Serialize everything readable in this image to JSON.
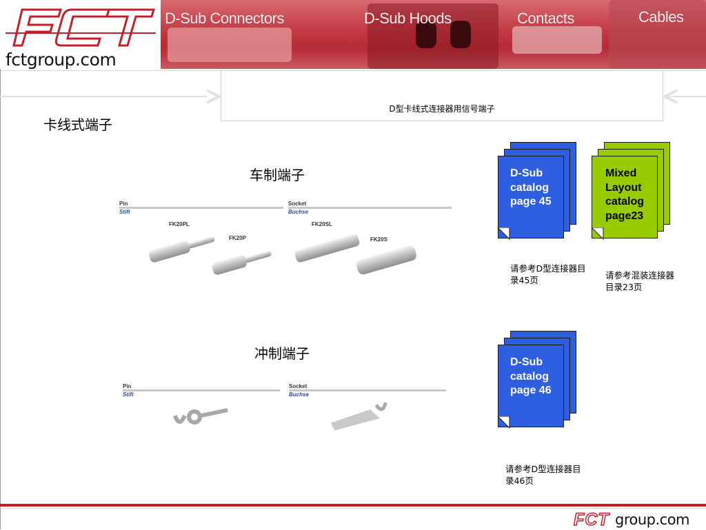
{
  "header": {
    "logo_text": "FCT",
    "logo_url_text": "fctgroup.com",
    "nav": [
      "D-Sub Connectors",
      "D-Sub Hoods",
      "Contacts",
      "Cables"
    ],
    "brand_color": "#c41e2a"
  },
  "slide": {
    "title": "D型卡线式连接器用信号端子",
    "side_heading": "卡线式端子",
    "section_turned": "车制端子",
    "section_stamped": "冲制端子"
  },
  "turned_terminals": {
    "pin_label": "Pin",
    "pin_label_de": "Stift",
    "socket_label": "Socket",
    "socket_label_de": "Buchse",
    "parts": [
      "FK20PL",
      "FK20P",
      "FK20SL",
      "FK20S"
    ]
  },
  "stamped_terminals": {
    "pin_label": "Pin",
    "pin_label_de": "Stift",
    "socket_label": "Socket",
    "socket_label_de": "Buchse"
  },
  "catalogs": [
    {
      "label": "D-Sub catalog page 45",
      "note": "请参考D型连接器目录45页",
      "color": "#2e5fe0"
    },
    {
      "label": "Mixed Layout catalog page23",
      "note": "请参考混装连接器目录23页",
      "color": "#99cc00"
    },
    {
      "label": "D-Sub catalog page 46",
      "note": "请参考D型连接器目录46页",
      "color": "#2e5fe0"
    }
  ],
  "footer": {
    "logo_text": "FCT",
    "url_text": "group.com"
  }
}
